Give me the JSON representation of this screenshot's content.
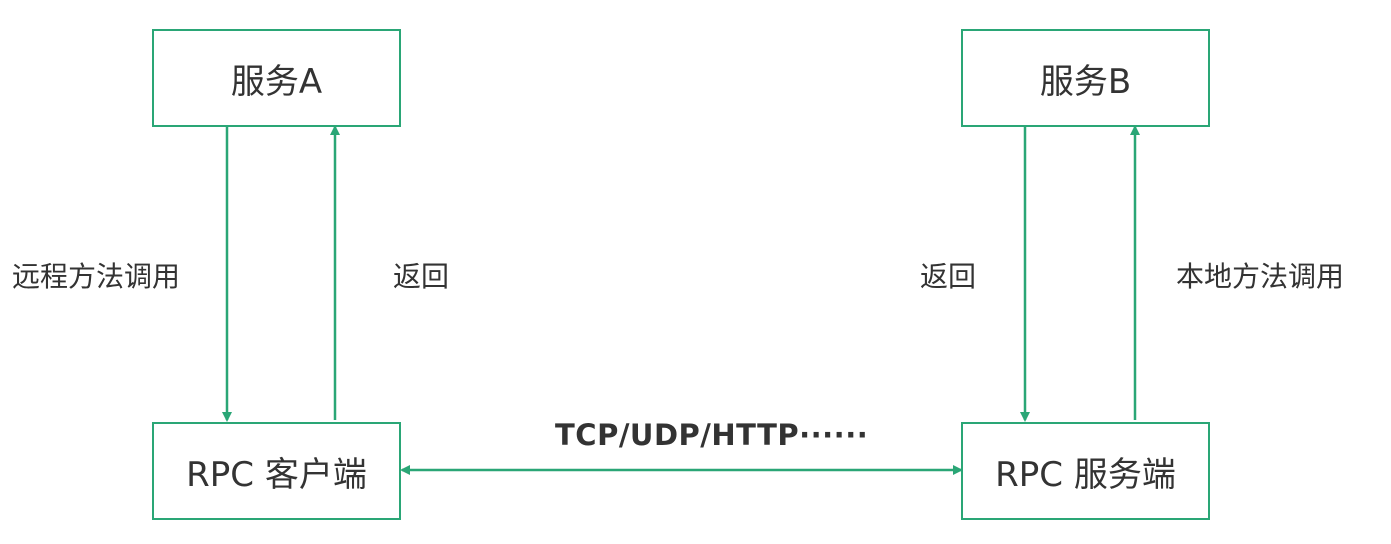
{
  "service_a": {
    "label": "服务A"
  },
  "service_b": {
    "label": "服务B"
  },
  "rpc_client": {
    "label": "RPC 客户端"
  },
  "rpc_server": {
    "label": "RPC 服务端"
  },
  "left_flow": {
    "call_label": "远程方法调用",
    "return_label": "返回"
  },
  "right_flow": {
    "return_label": "返回",
    "call_label": "本地方法调用"
  },
  "transport": {
    "label": "TCP/UDP/HTTP······"
  },
  "colors": {
    "line": "#2aa676",
    "text": "#333333",
    "background": "#ffffff"
  }
}
